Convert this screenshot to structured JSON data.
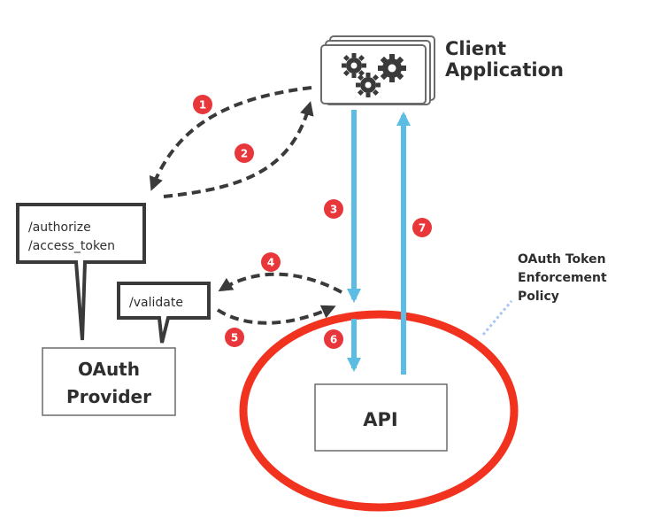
{
  "client": {
    "title_line1": "Client",
    "title_line2": "Application",
    "icon": "gears-icon"
  },
  "endpoints": {
    "authorize": "/authorize",
    "access_token": "/access_token",
    "validate": "/validate"
  },
  "oauth_provider": {
    "line1": "OAuth",
    "line2": "Provider"
  },
  "api": {
    "label": "API"
  },
  "policy": {
    "line1": "OAuth Token",
    "line2": "Enforcement",
    "line3": "Policy"
  },
  "steps": [
    "1",
    "2",
    "3",
    "4",
    "5",
    "6",
    "7"
  ],
  "colors": {
    "step_badge": "#e8373a",
    "request_arrow": "#5bbde4",
    "dashed_arrow": "#3a3a3a",
    "policy_ellipse": "#f0321e",
    "policy_dotted_line": "#a8c8f0"
  }
}
